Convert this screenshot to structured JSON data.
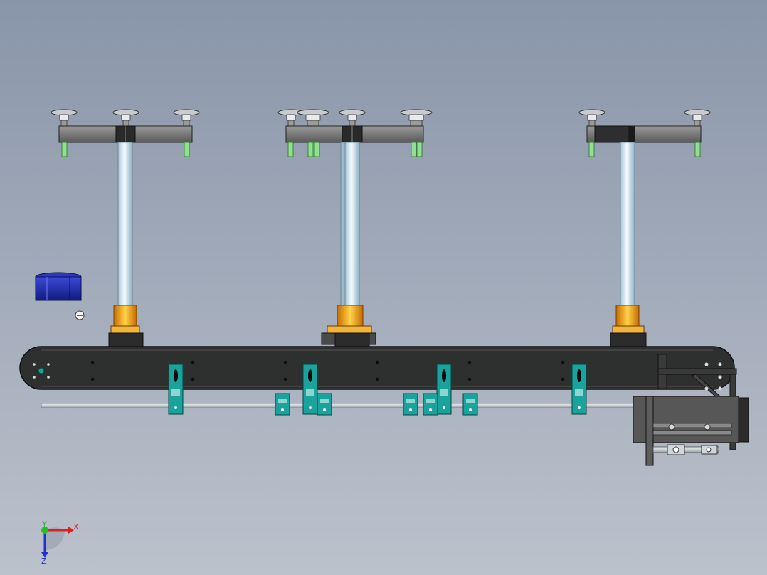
{
  "viewport": {
    "background_top": "#8995a9",
    "background_bottom": "#bcc2cc"
  },
  "model": {
    "conveyor_color": "#2e302f",
    "clamp_color": "#1aa39c",
    "column_color": "#d2e4ef",
    "collar_color": "#f0a116",
    "arm_color": "#7a7a7a",
    "cup_color": "#9aa0a4",
    "pin_color": "#8fe08f",
    "motor_color": "#1e2ea8"
  },
  "triad": {
    "x_label": "X",
    "y_label": "Y",
    "z_label": "Z",
    "x_color": "#e02020",
    "y_color": "#22c022",
    "z_color": "#2030d0"
  },
  "icons": [
    "lift-assembly-icon",
    "robot-arm-icon",
    "suction-cup-icon",
    "conveyor-belt-icon",
    "clamp-bracket-icon",
    "drive-motor-icon",
    "cylinder-icon",
    "axis-triad-icon",
    "zoom-out-icon"
  ]
}
